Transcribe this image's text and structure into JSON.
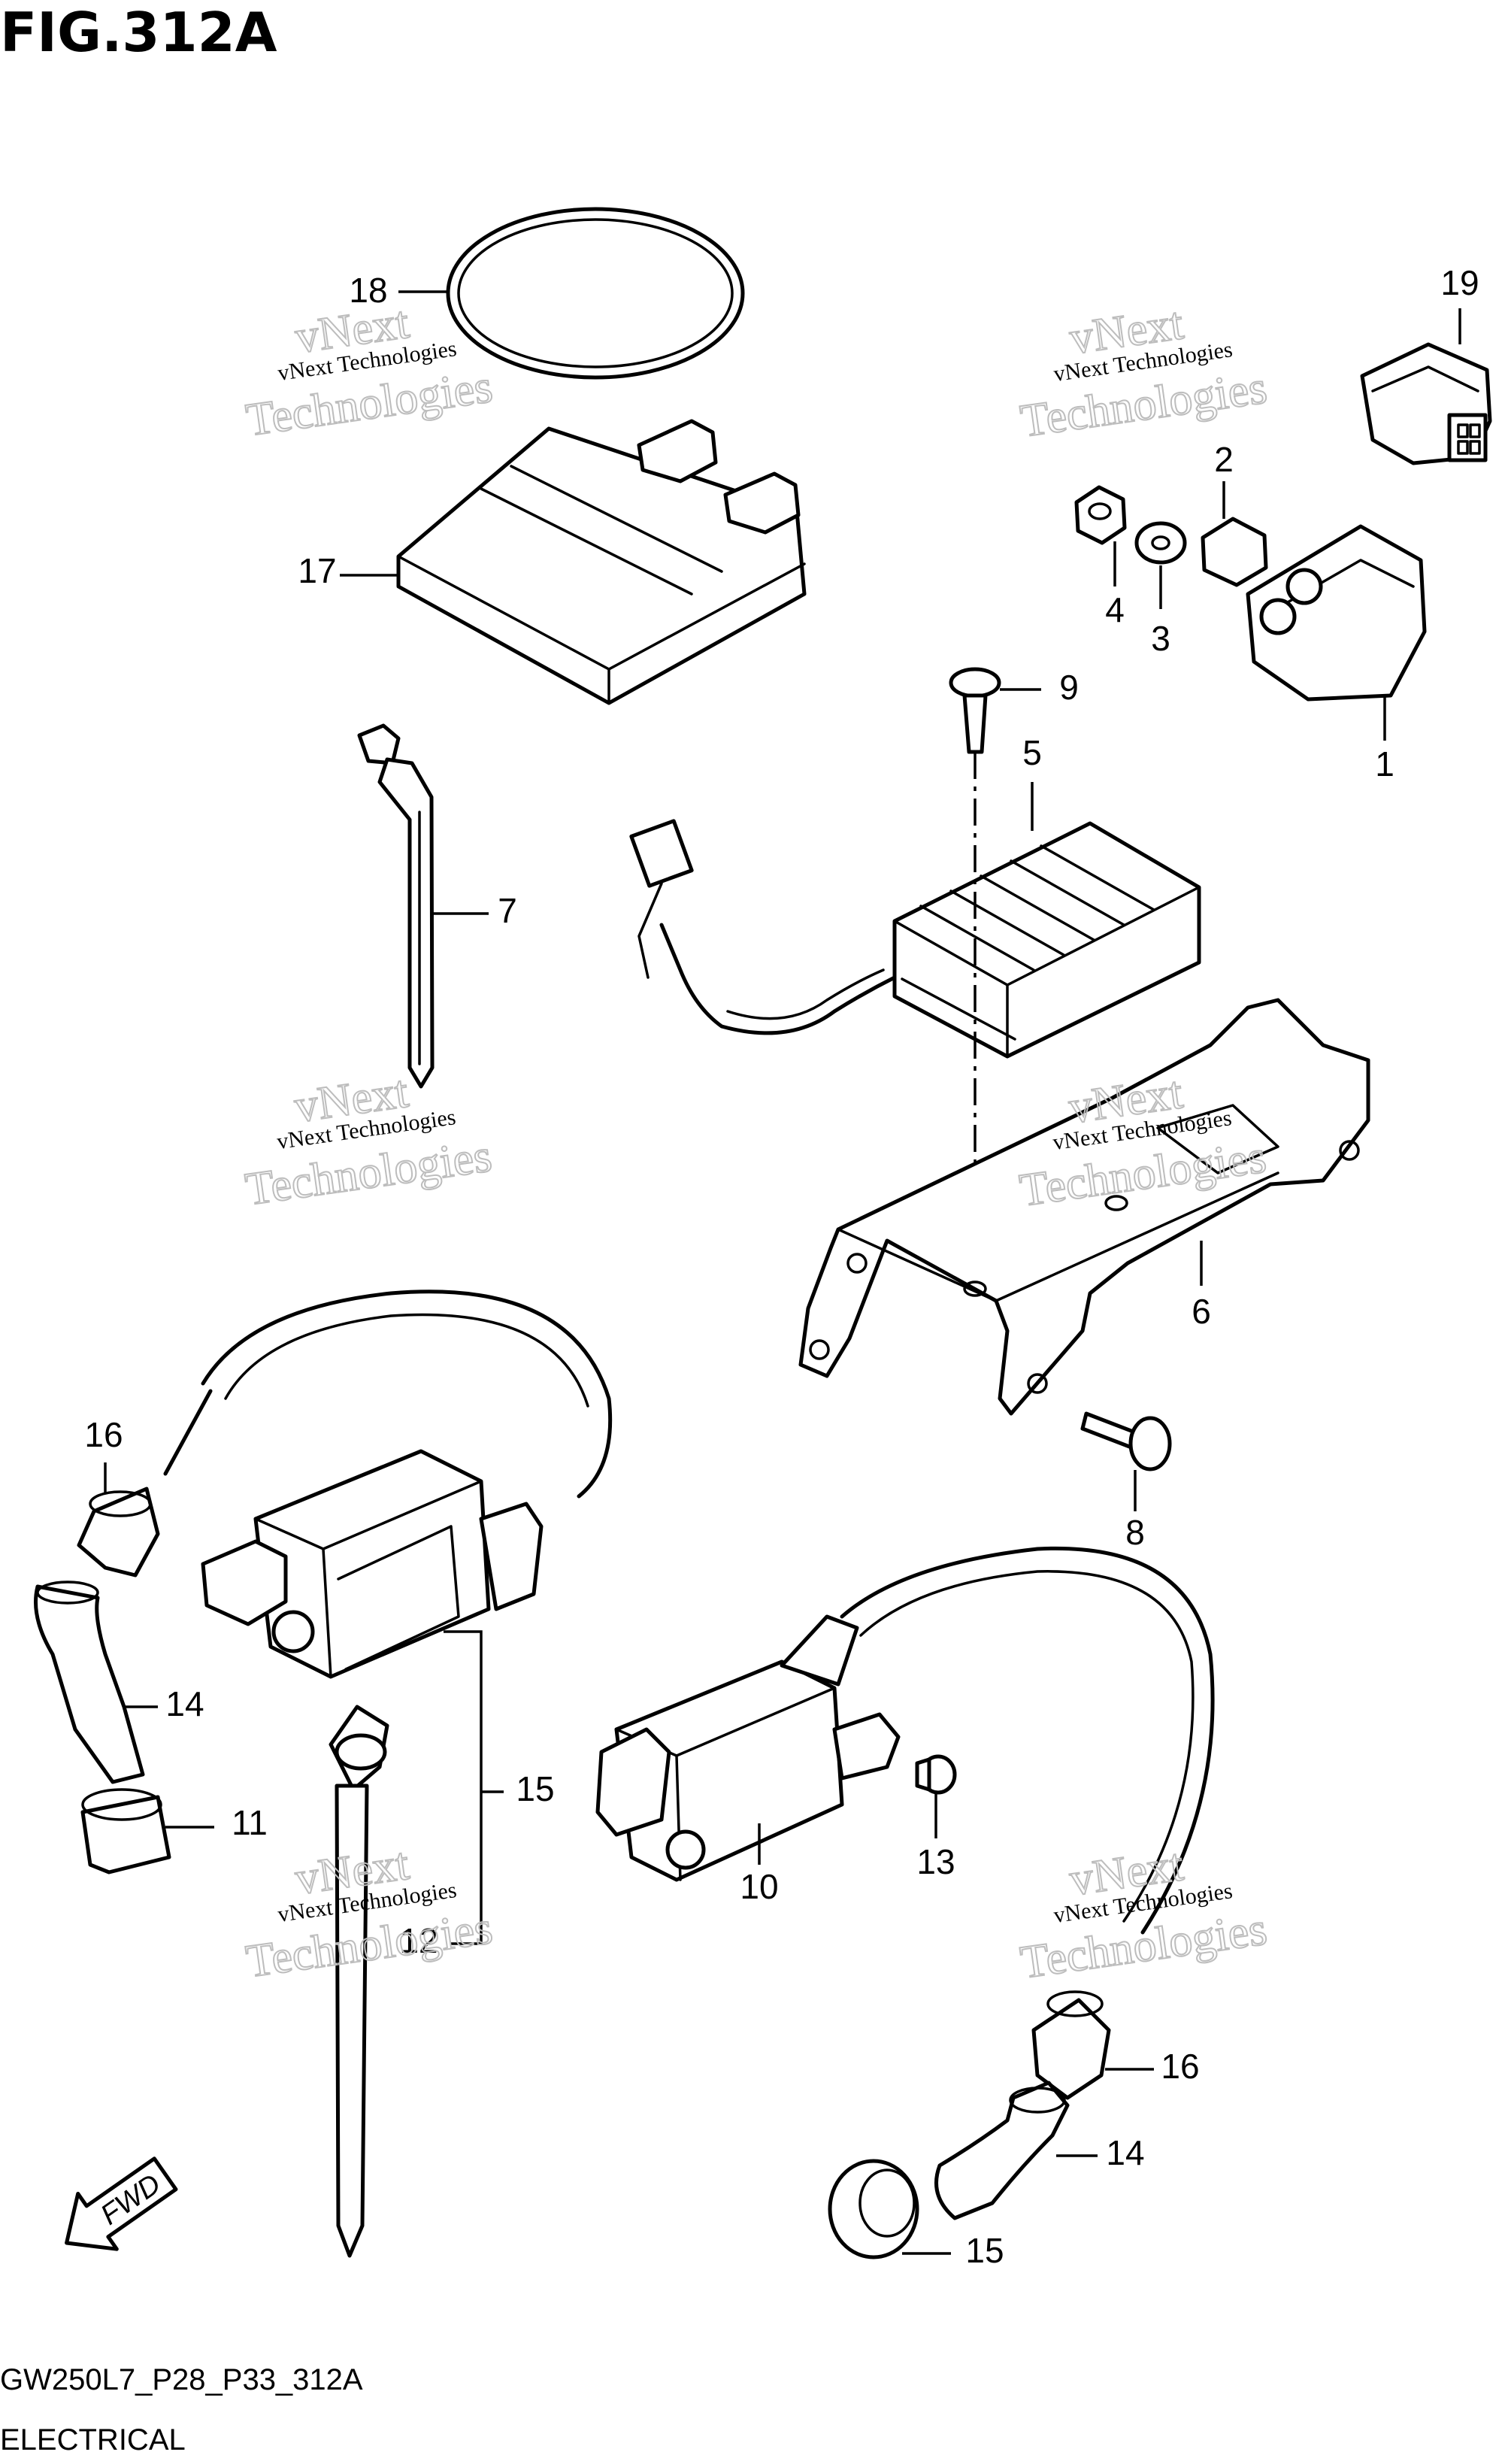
{
  "figure": {
    "title": "FIG.312A",
    "code": "GW250L7_P28_P33_312A",
    "section": "ELECTRICAL",
    "direction_label": "FWD"
  },
  "watermark": {
    "line1": "vNext Technologies",
    "line2": "vNext",
    "line3": "Technologies"
  },
  "callouts": [
    {
      "id": "c18",
      "text": "18"
    },
    {
      "id": "c19",
      "text": "19"
    },
    {
      "id": "c17",
      "text": "17"
    },
    {
      "id": "c2",
      "text": "2"
    },
    {
      "id": "c4",
      "text": "4"
    },
    {
      "id": "c3",
      "text": "3"
    },
    {
      "id": "c1",
      "text": "1"
    },
    {
      "id": "c9",
      "text": "9"
    },
    {
      "id": "c5",
      "text": "5"
    },
    {
      "id": "c7",
      "text": "7"
    },
    {
      "id": "c6",
      "text": "6"
    },
    {
      "id": "c16a",
      "text": "16"
    },
    {
      "id": "c8",
      "text": "8"
    },
    {
      "id": "c14a",
      "text": "14"
    },
    {
      "id": "c11",
      "text": "11"
    },
    {
      "id": "c15a",
      "text": "15"
    },
    {
      "id": "c13",
      "text": "13"
    },
    {
      "id": "c10",
      "text": "10"
    },
    {
      "id": "c12",
      "text": "12"
    },
    {
      "id": "c16b",
      "text": "16"
    },
    {
      "id": "c14b",
      "text": "14"
    },
    {
      "id": "c15b",
      "text": "15"
    }
  ]
}
